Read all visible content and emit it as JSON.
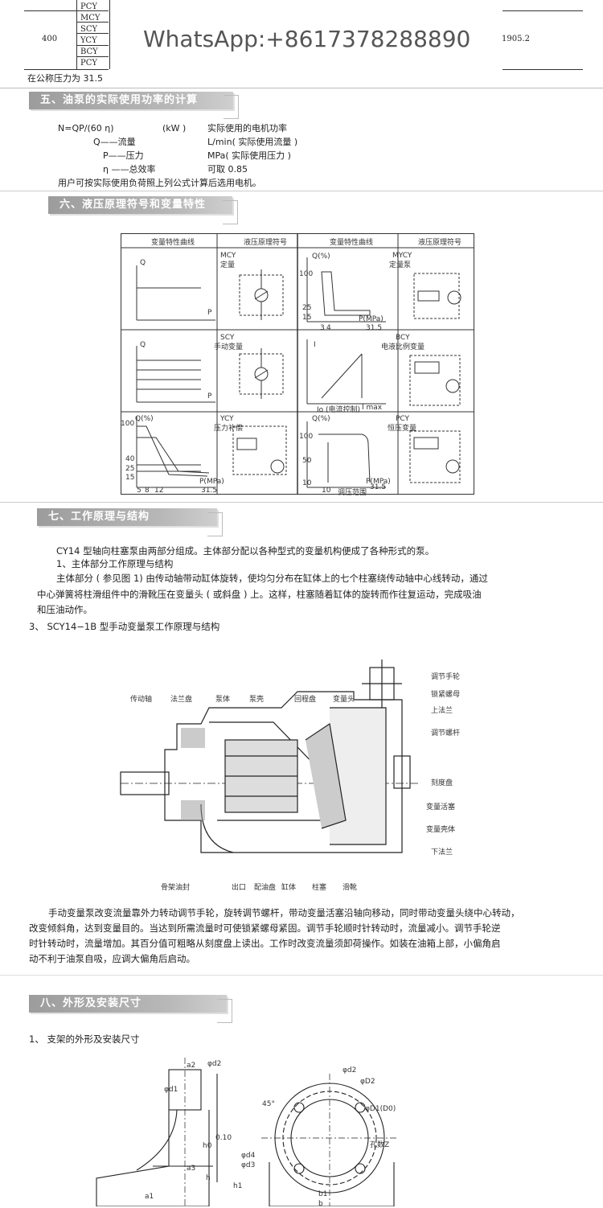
{
  "top_table": {
    "rows": [
      "PCY",
      "MCY",
      "SCY",
      "YCY",
      "BCY",
      "PCY"
    ],
    "left_value": "400",
    "right_value": "1905.2",
    "footnote": "在公称压力为 31.5"
  },
  "watermark": "WhatsApp:+8617378288890",
  "section5": {
    "title": "五、油泵的实际使用功率的计算",
    "formula": "N=QP/(60 η)",
    "formula_unit": "(kW )",
    "formula_desc": "实际使用的电机功率",
    "vars": [
      {
        "sym": "Q——流量",
        "unit": "L/min( 实际使用流量 )"
      },
      {
        "sym": "P——压力",
        "unit": "MPa( 实际使用压力 )"
      },
      {
        "sym": "η ——总效率",
        "unit": "可取 0.85"
      }
    ],
    "note": "用户可按实际使用负荷照上列公式计算后选用电机。"
  },
  "section6": {
    "title": "六、液压原理符号和变量特性",
    "headers": [
      "变量特性曲线",
      "液压原理符号",
      "变量特性曲线",
      "液压原理符号"
    ],
    "cells": {
      "mcy": {
        "name": "MCY",
        "sub": "定量"
      },
      "scy": {
        "name": "SCY",
        "sub": "手动变量"
      },
      "ycy": {
        "name": "YCY",
        "sub": "压力补偿"
      },
      "mycy": {
        "name": "MYCY",
        "sub": "定量泵"
      },
      "bcy": {
        "name": "BCY",
        "sub": "电液比例变量"
      },
      "pcy": {
        "name": "PCY",
        "sub": "恒压变量"
      }
    },
    "axis": {
      "q": "Q",
      "p": "P",
      "qpct": "Q(%)",
      "pmpa": "P(MPa)",
      "i": "I",
      "imax": "I max"
    },
    "ticks_mycy": {
      "y": [
        "100",
        "25",
        "15"
      ],
      "x": [
        "3",
        "4",
        "31.5"
      ]
    },
    "ticks_ycy": {
      "y": [
        "100",
        "40",
        "25",
        "15"
      ],
      "x": [
        "5",
        "8",
        "12",
        "31.5"
      ]
    },
    "ticks_pcy": {
      "y": [
        "100",
        "50",
        "10"
      ],
      "x": [
        "10",
        "31.5"
      ],
      "range": "调压范围"
    },
    "bcy_label": "Io (电流控制)"
  },
  "section7": {
    "title": "七、工作原理与结构",
    "intro": "CY14 型轴向柱塞泵由两部分组成。主体部分配以各种型式的变量机构便成了各种形式的泵。",
    "sub1": "1、主体部分工作原理与结构",
    "para1_line1": "主体部分 ( 参见图 1) 由传动轴带动缸体旋转，使均匀分布在缸体上的七个柱塞绕传动轴中心线转动，通过",
    "para1_line2": "中心弹簧将柱滑组件中的滑靴压在变量头 ( 或斜盘 ) 上。这样，柱塞随着缸体的旋转而作往复运动，完成吸油",
    "para1_line3": "和压油动作。",
    "sub3": "3、 SCY14−1B 型手动变量泵工作原理与结构",
    "figure_labels_top": [
      "传动轴",
      "法兰盘",
      "泵体",
      "泵壳",
      "回程盘",
      "变量头"
    ],
    "figure_labels_right": [
      "调节手轮",
      "锁紧螺母",
      "上法兰",
      "调节螺杆",
      "刻度盘",
      "变量活塞",
      "变量壳体",
      "下法兰"
    ],
    "figure_labels_bottom": [
      "骨架油封",
      "出口",
      "配油盘",
      "缸体",
      "柱塞",
      "滑靴"
    ],
    "para2_line1": "手动变量泵改变流量靠外力转动调节手轮，旋转调节螺杆，带动变量活塞沿轴向移动，同时带动变量头绕中心转动，",
    "para2_line2": "改变倾斜角，达到变量目的。当达到所需流量时可使锁紧螺母紧固。调节手轮顺时针转动时，流量减小。调节手轮逆",
    "para2_line3": "时针转动时，流量增加。其百分值可粗略从刻度盘上读出。工作时改变流量须卸荷操作。如装在油箱上部，小偏角启",
    "para2_line4": "动不利于油泵自吸，应调大偏角后启动。"
  },
  "section8": {
    "title": "八、外形及安装尺寸",
    "sub1": "1、 支架的外形及安装尺寸",
    "dims": [
      "a2",
      "φd2",
      "φd1",
      "h0",
      "0.10",
      "a3",
      "h",
      "a1",
      "φd4",
      "φd3",
      "h1",
      "b1",
      "b",
      "φD2",
      "φD1(D0)",
      "孔数Z",
      "45°",
      "φd2"
    ]
  },
  "colors": {
    "bar": "#a8a8a8",
    "line": "#333333"
  }
}
